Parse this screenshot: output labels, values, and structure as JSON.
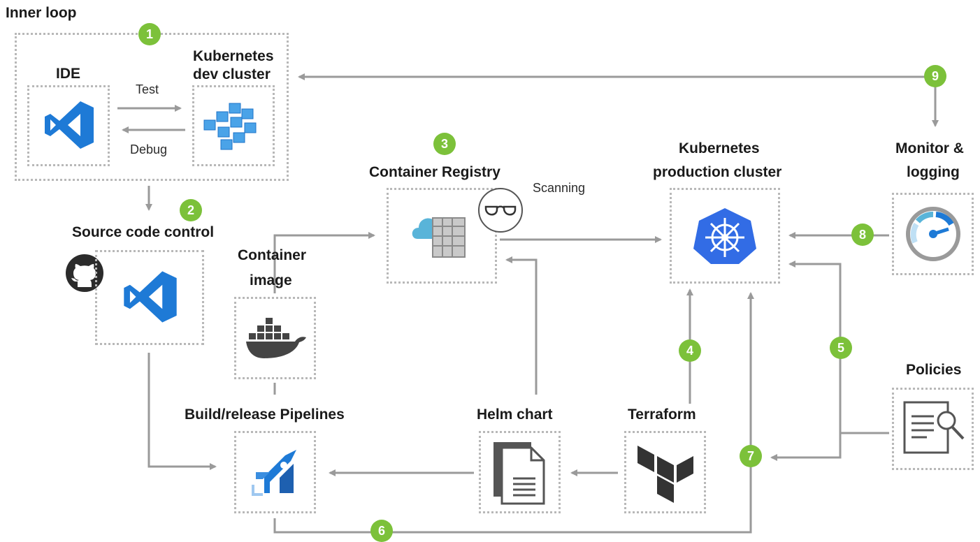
{
  "title_inner_loop": "Inner loop",
  "labels": {
    "ide": "IDE",
    "k8s_dev_1": "Kubernetes",
    "k8s_dev_2": "dev cluster",
    "test": "Test",
    "debug": "Debug",
    "source_control": "Source code control",
    "container_registry": "Container Registry",
    "scanning": "Scanning",
    "k8s_prod_1": "Kubernetes",
    "k8s_prod_2": "production cluster",
    "monitor_1": "Monitor &",
    "monitor_2": "logging",
    "container_image_1": "Container",
    "container_image_2": "image",
    "pipelines": "Build/release Pipelines",
    "helm": "Helm chart",
    "terraform": "Terraform",
    "policies": "Policies"
  },
  "badges": [
    "1",
    "2",
    "3",
    "4",
    "5",
    "6",
    "7",
    "8",
    "9"
  ],
  "colors": {
    "accent_green": "#7cc13a",
    "vscode_blue": "#1e7ad6",
    "k8s_blue": "#326ce5",
    "arrow_gray": "#9a9a9a",
    "dotted_border": "#b8b8b8"
  },
  "icons": [
    "vscode-icon",
    "cubes-icon",
    "github-icon",
    "docker-icon",
    "registry-icon",
    "glasses-icon",
    "kubernetes-icon",
    "gauge-icon",
    "pipelines-icon",
    "document-icon",
    "terraform-icon",
    "policy-icon"
  ]
}
